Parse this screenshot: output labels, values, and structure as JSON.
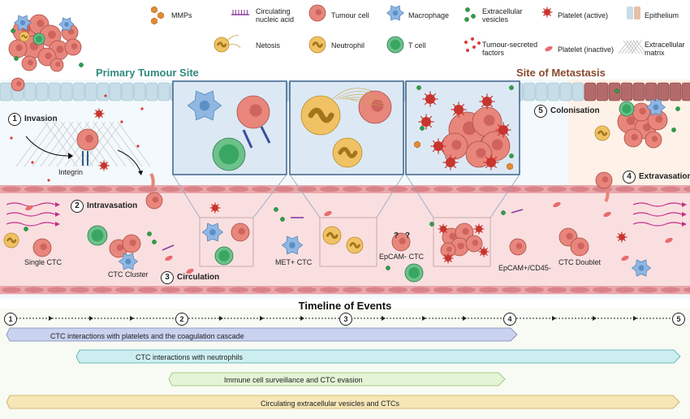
{
  "legend": {
    "mmps": "MMPs",
    "circulating_nucleic_acid": "Circulating\nnucleic acid",
    "tumour_cell": "Tumour cell",
    "macrophage": "Macrophage",
    "extracellular_vesicles": "Extracellular\nvesicles",
    "platelet_active": "Platelet (active)",
    "epithelium": "Epithelium",
    "netosis": "Netosis",
    "neutrophil": "Neutrophil",
    "t_cell": "T cell",
    "tumour_secreted_factors": "Tumour-secreted\nfactors",
    "platelet_inactive": "Platelet (inactive)",
    "extracellular_matrix": "Extracellular\nmatrix"
  },
  "sites": {
    "primary": "Primary Tumour Site",
    "metastasis": "Site of Metastasis"
  },
  "steps": [
    {
      "num": "1",
      "label": "Invasion"
    },
    {
      "num": "2",
      "label": "Intravasation"
    },
    {
      "num": "3",
      "label": "Circulation"
    },
    {
      "num": "4",
      "label": "Extravasation"
    },
    {
      "num": "5",
      "label": "Colonisation"
    }
  ],
  "labels": {
    "integrin": "Integrin",
    "single_ctc": "Single CTC",
    "ctc_cluster": "CTC Cluster",
    "met_ctc": "MET+ CTC",
    "epcam_neg": "EpCAM- CTC",
    "epcam_pos": "EpCAM+/CD45-",
    "ctc_doublet": "CTC Doublet",
    "question": "?"
  },
  "timeline": {
    "title": "Timeline of Events",
    "markers": [
      "1",
      "2",
      "3",
      "4",
      "5"
    ],
    "bars": [
      {
        "label": "CTC interactions with platelets and the coagulation cascade",
        "color": "#c9d2ee"
      },
      {
        "label": "CTC interactions with neutrophils",
        "color": "#cdeef0"
      },
      {
        "label": "Immune cell surveillance and CTC evasion",
        "color": "#e4f4d6"
      },
      {
        "label": "Circulating extracellular vesicles and CTCs",
        "color": "#f6e6b8"
      }
    ]
  },
  "colors": {
    "vessel": "#f9dfe0",
    "vessel_wall": "#e9a7ab",
    "epithelium": "#c7dde8",
    "epithelium_met": "#b46a6a",
    "tumour": "#e8867c",
    "platelet": "#c8342e",
    "tcell": "#3aa664",
    "neutrophil": "#f0c264",
    "macrophage": "#8fb7e2",
    "teal_title": "#2f8a7e",
    "brown_title": "#8a4a2e"
  }
}
